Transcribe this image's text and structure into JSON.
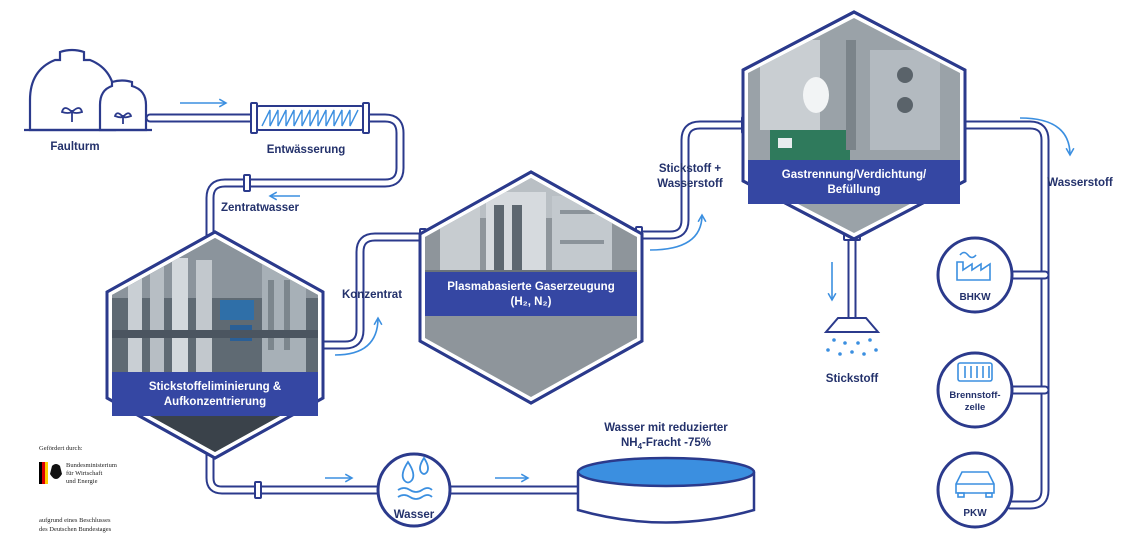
{
  "colors": {
    "navy": "#2b3a8c",
    "pipe_light": "#dbe6f7",
    "arrow": "#3b8fe0",
    "label_text": "#23316b",
    "banner": "#3547a3"
  },
  "nodes": {
    "faulturm": "Faulturm",
    "entwaesserung": "Entwässerung",
    "zentratwasser": "Zentratwasser",
    "konzentrat": "Konzentrat",
    "stickstoff_wasserstoff_l1": "Stickstoff +",
    "stickstoff_wasserstoff_l2": "Wasserstoff",
    "wasserstoff": "Wasserstoff",
    "stickstoff": "Stickstoff",
    "wasser": "Wasser",
    "reduced_water_l1": "Wasser mit reduzierter",
    "reduced_water_l2_a": "NH",
    "reduced_water_l2_sub": "4",
    "reduced_water_l2_b": "-Fracht -75%",
    "bhkw": "BHKW",
    "brennstoffzelle_l1": "Brennstoff-",
    "brennstoffzelle_l2": "zelle",
    "pkw": "PKW"
  },
  "hexagons": {
    "stickstoff_l1": "Stickstoffeliminierung &",
    "stickstoff_l2": "Aufkonzentrierung",
    "plasma_l1": "Plasmabasierte Gaserzeugung",
    "plasma_l2": "(H₂, N₂)",
    "gas_l1": "Gastrennung/Verdichtung/",
    "gas_l2": "Befüllung"
  },
  "funding": {
    "line1": "Gefördert durch:",
    "ministry_l1": "Bundesministerium",
    "ministry_l2": "für Wirtschaft",
    "ministry_l3": "und Energie",
    "line3": "aufgrund eines Beschlusses",
    "line4": "des Deutschen Bundestages"
  },
  "icons": [
    "digester-icon",
    "dewatering-filter-icon",
    "water-drops-icon",
    "tank-icon",
    "factory-icon",
    "fuel-cell-icon",
    "car-icon",
    "spray-nozzle-icon",
    "eagle-emblem-icon"
  ]
}
